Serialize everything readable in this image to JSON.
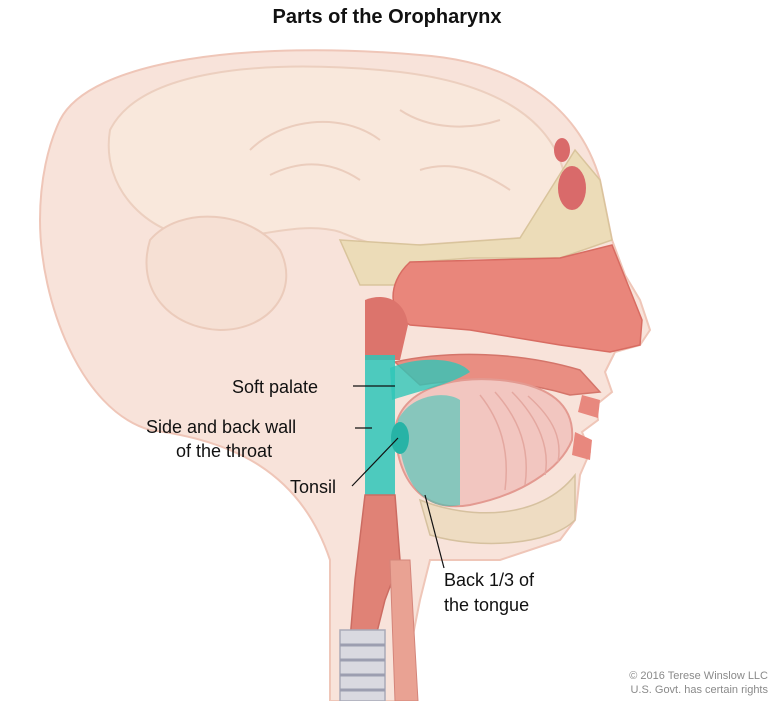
{
  "title": "Parts of the Oropharynx",
  "labels": {
    "soft_palate": "Soft palate",
    "side_back_wall_1": "Side and back wall",
    "side_back_wall_2": "of the throat",
    "tonsil": "Tonsil",
    "back_tongue_1": "Back 1/3 of",
    "back_tongue_2": "the tongue"
  },
  "copyright": {
    "line1": "© 2016 Terese Winslow LLC",
    "line2": "U.S. Govt. has certain rights"
  },
  "colors": {
    "highlight": "#2fc6b8",
    "tissue": "#e8887e",
    "skin": "#f7dcd2",
    "brain": "#f8e6d8",
    "bone": "#eadbb8"
  }
}
